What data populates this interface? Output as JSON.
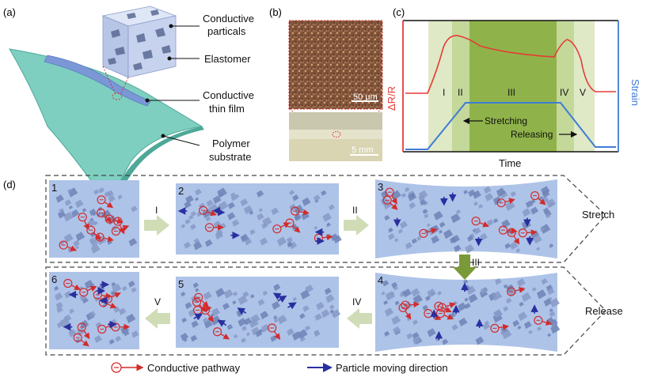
{
  "panel_a": {
    "tag": "(a)",
    "labels": {
      "particles_1": "Conductive",
      "particles_2": "particals",
      "elastomer": "Elastomer",
      "film_1": "Conductive",
      "film_2": "thin film",
      "substrate_1": "Polymer",
      "substrate_2": "substrate"
    }
  },
  "panel_b": {
    "tag": "(b)",
    "scale_top": "50 μm",
    "scale_bottom": "5  mm"
  },
  "panel_c": {
    "tag": "(c)",
    "ylabel_left": "ΔR/R",
    "ylabel_right": "Strain",
    "xlabel": "Time",
    "stages": [
      "I",
      "II",
      "III",
      "IV",
      "V"
    ],
    "annotation_stretch": "Stretching",
    "annotation_release": "Releasing",
    "colors": {
      "resistance": "#e53b36",
      "strain": "#3f7bd6",
      "stage_light": "#dfe9c6",
      "stage_mid": "#c4d89a",
      "stage_dark": "#8fb34a"
    }
  },
  "panel_d": {
    "tag": "(d)",
    "cell_numbers": [
      "1",
      "2",
      "3",
      "4",
      "5",
      "6"
    ],
    "arrow_steps": [
      "I",
      "II",
      "III",
      "IV",
      "V"
    ],
    "row_labels": {
      "top": "Stretch",
      "bottom": "Release"
    },
    "legend": {
      "pathway": "Conductive pathway",
      "moving": "Particle moving direction"
    },
    "colors": {
      "cell": "#aec3e8",
      "pathway": "#d32b2b",
      "moving": "#2a2fa0",
      "step_arrow": "#cfdcb6",
      "step_arrow_dark": "#7a9a3a"
    }
  }
}
